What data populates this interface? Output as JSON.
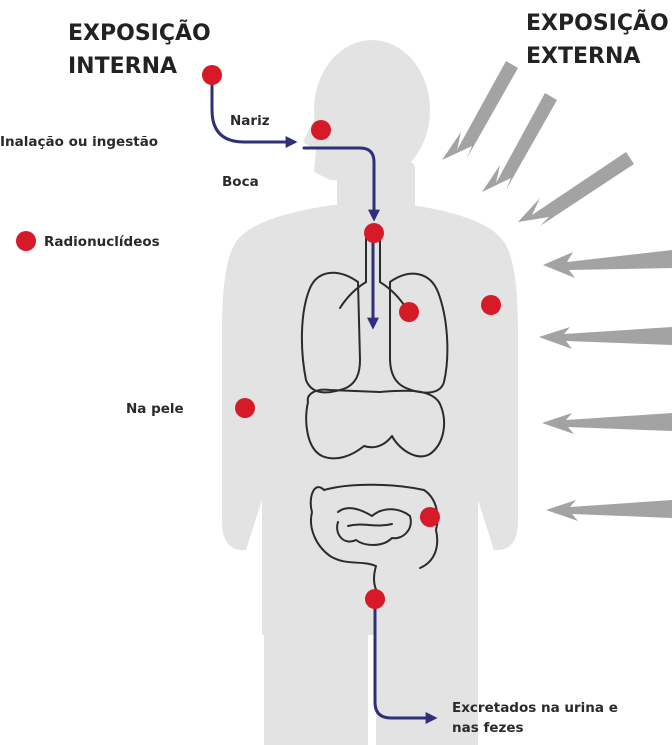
{
  "titles": {
    "internal": [
      "EXPOSIÇÃO",
      "INTERNA"
    ],
    "external": [
      "EXPOSIÇÃO",
      "EXTERNA"
    ]
  },
  "labels": {
    "nose": "Nariz",
    "intake": "Inalação ou ingestão",
    "mouth": "Boca",
    "legend": "Radionuclídeos",
    "skin": "Na pele",
    "excreted": [
      "Excretados na urina e",
      "nas fezes"
    ]
  },
  "colors": {
    "body": "#e3e3e3",
    "radionuclide": "#d71a28",
    "flow": "#2f2f7a",
    "external_arrow": "#a3a3a3",
    "organ_outline": "#2b2b2b"
  },
  "icons": {
    "radionuclide": "red-dot-icon",
    "external_radiation": "gray-arrow-icon"
  }
}
